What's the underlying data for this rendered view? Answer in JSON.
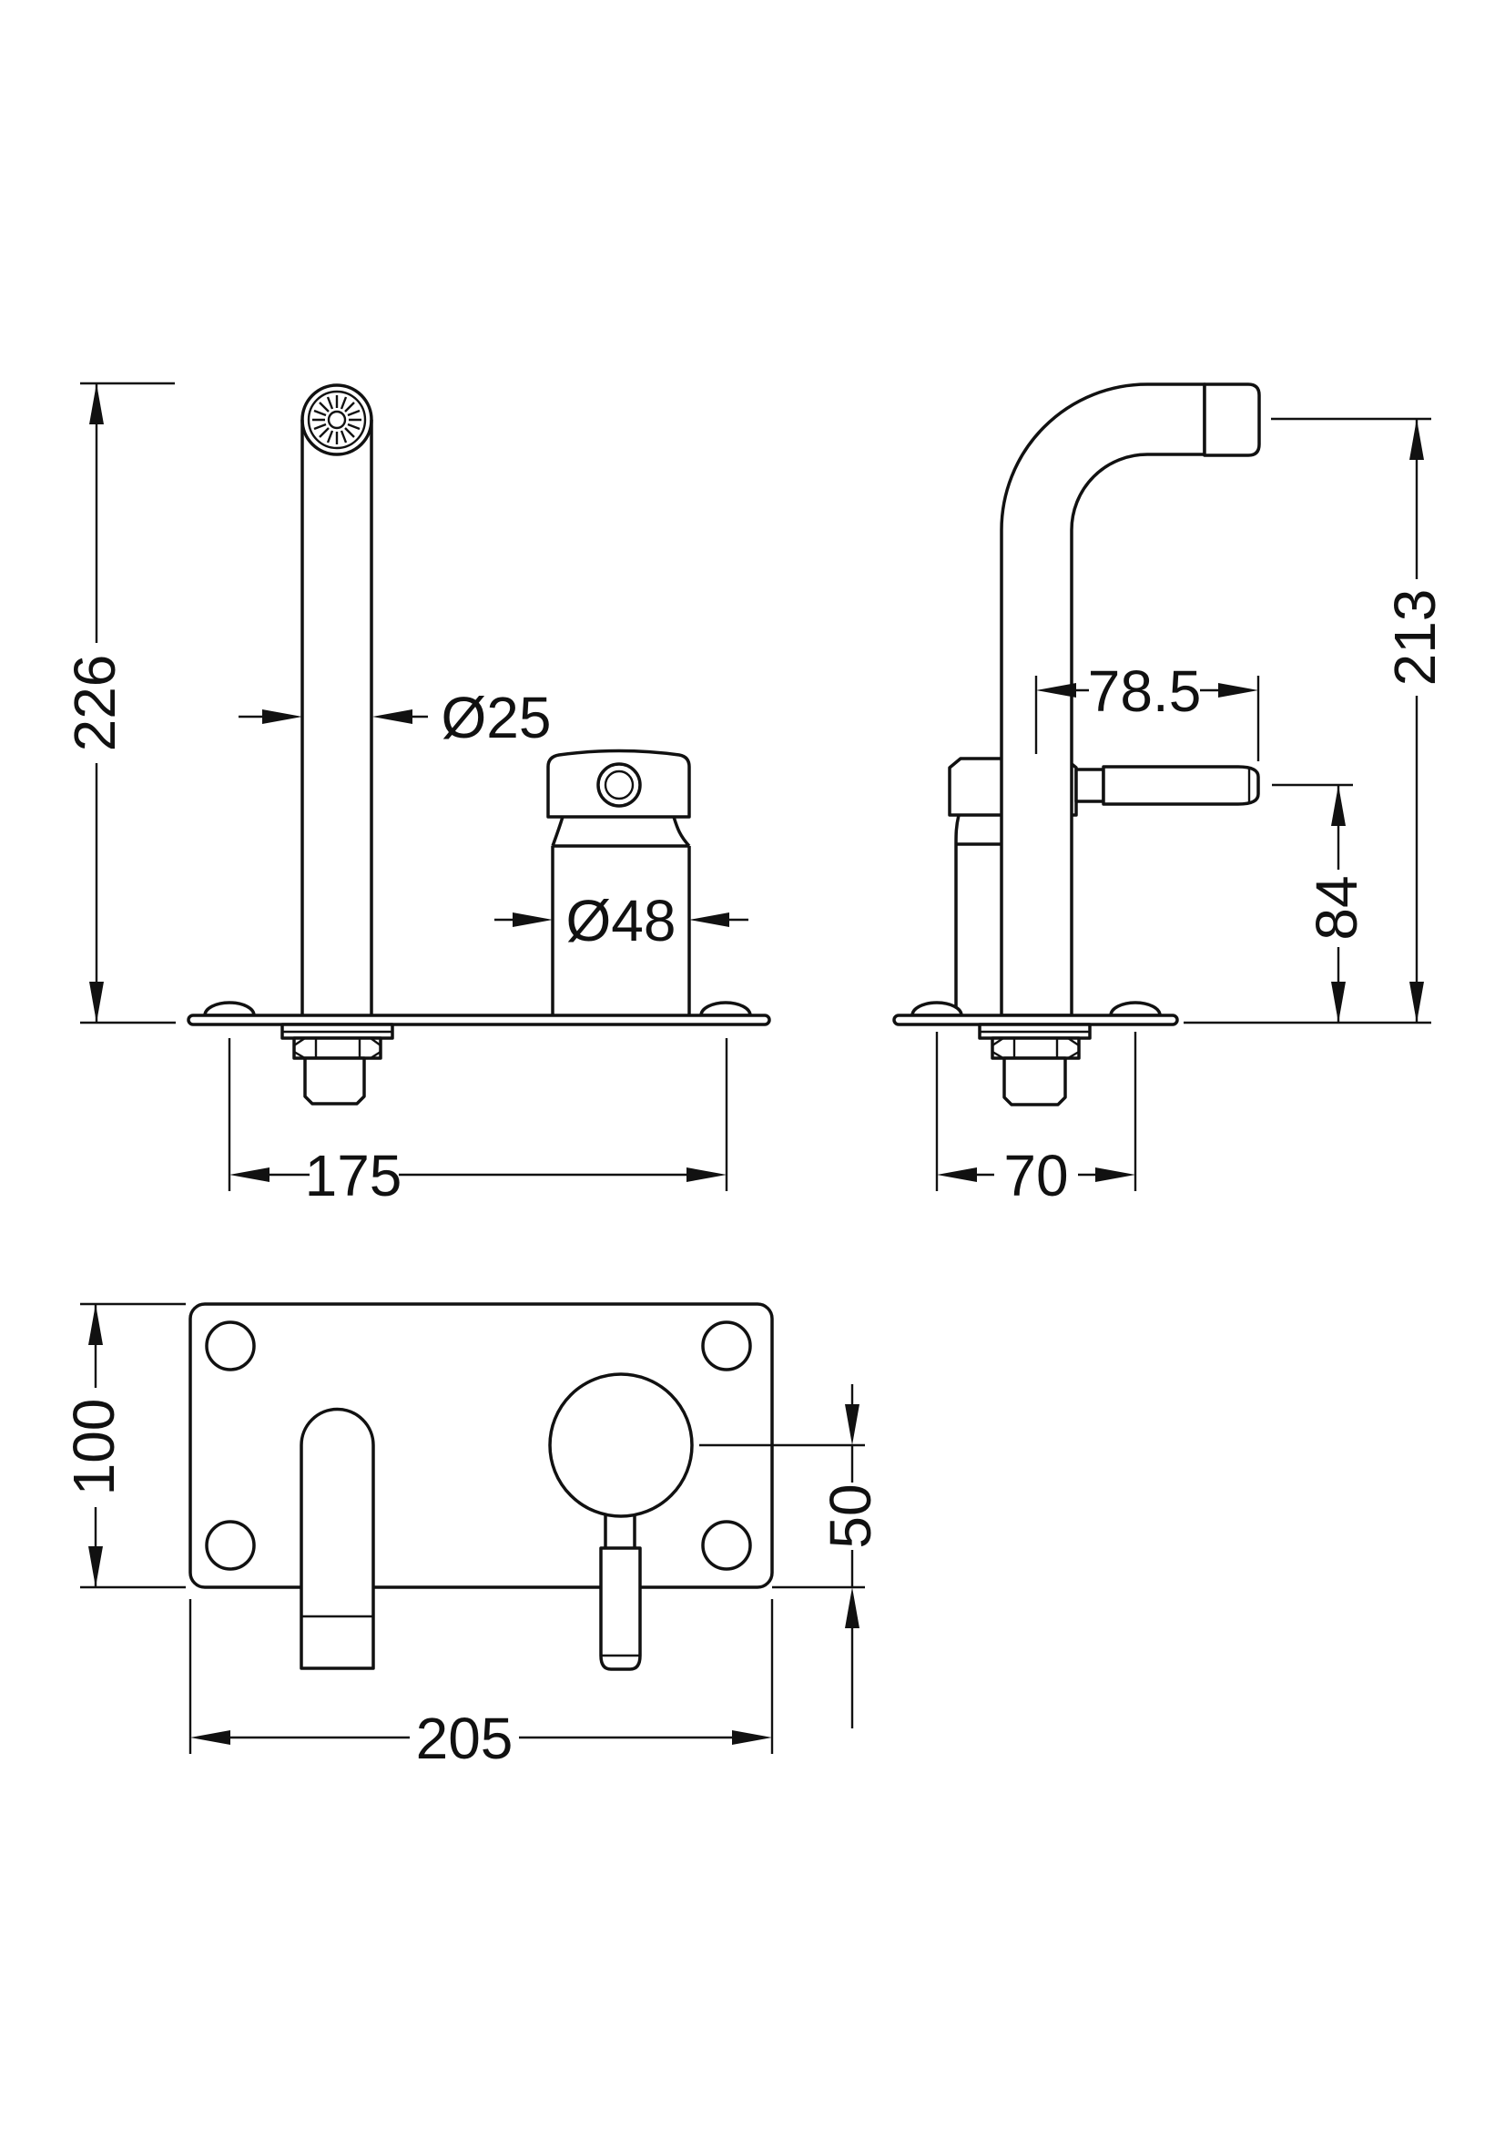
{
  "drawing": {
    "type": "technical-dimension-drawing",
    "ink": "#111111",
    "background": "#ffffff",
    "dimensions": {
      "overall_height": "226",
      "spout_diameter": "Ø25",
      "body_diameter": "Ø48",
      "hole_centres_length": "175",
      "spout_reach": "78.5",
      "outlet_height": "213",
      "handle_height": "84",
      "hole_centres_depth": "70",
      "plate_depth": "100",
      "handle_edge_offset": "50",
      "plate_length": "205"
    }
  }
}
